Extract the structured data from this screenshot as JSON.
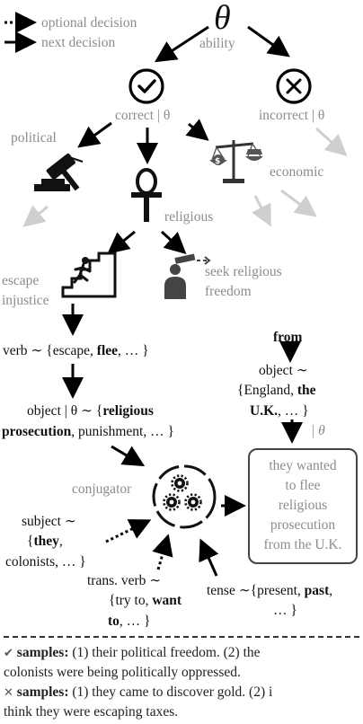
{
  "legend": {
    "optional": "optional decision",
    "next": "next decision"
  },
  "root": {
    "symbol": "θ",
    "label": "ability"
  },
  "correct": {
    "label": "correct | θ"
  },
  "incorrect": {
    "label": "incorrect | θ"
  },
  "categories": {
    "political": "political",
    "religious": "religious",
    "economic": "economic"
  },
  "reasons": {
    "escape_line1": "escape",
    "escape_line2": "injustice",
    "seek_line1": "seek religious",
    "seek_line2": "freedom"
  },
  "verb": {
    "prefix": "verb ∼ {escape, ",
    "bold": "flee",
    "suffix": ", … }"
  },
  "object": {
    "line1_prefix": "object | θ ∼ {",
    "line1_bold": "religious",
    "line2_bold": "prosecution",
    "line2_suffix": ", punishment, … }"
  },
  "from_branch": {
    "from_label": "from",
    "line1": "object ∼",
    "line2_prefix": "{England, ",
    "line2_bold": "the",
    "line3_bold": "U.K.",
    "line3_suffix": ", … }",
    "given": "| θ"
  },
  "conjugator": {
    "label": "conjugator"
  },
  "output_lines": [
    "they wanted",
    "to flee",
    "religious",
    "prosecution",
    "from the U.K."
  ],
  "subject": {
    "line1": "subject ∼",
    "line2_prefix": "{",
    "line2_bold": "they",
    "line2_suffix": ",",
    "line3": "colonists, … }"
  },
  "trans_verb": {
    "line1": "trans. verb ∼",
    "line2_prefix": "{try to, ",
    "line2_bold": "want",
    "line3_bold": "to",
    "line3_suffix": ", … }"
  },
  "tense": {
    "line1_prefix": "tense ∼{present, ",
    "line1_bold": "past",
    "line1_suffix": ",",
    "line2": "… }"
  },
  "correct_samples": {
    "label": "samples:",
    "text_a": " (1) their political freedom. (2) the",
    "text_b": "colonists were being politically  oppressed."
  },
  "incorrect_samples": {
    "label": "samples:",
    "text_a": " (1) they came to discover gold. (2) i",
    "text_b": "think they were escaping taxes."
  },
  "icons": [
    "check-circle-icon",
    "x-circle-icon",
    "gavel-icon",
    "ankh-icon",
    "scales-icon",
    "running-exit-icon",
    "telescope-person-icon",
    "gears-cycle-icon"
  ]
}
